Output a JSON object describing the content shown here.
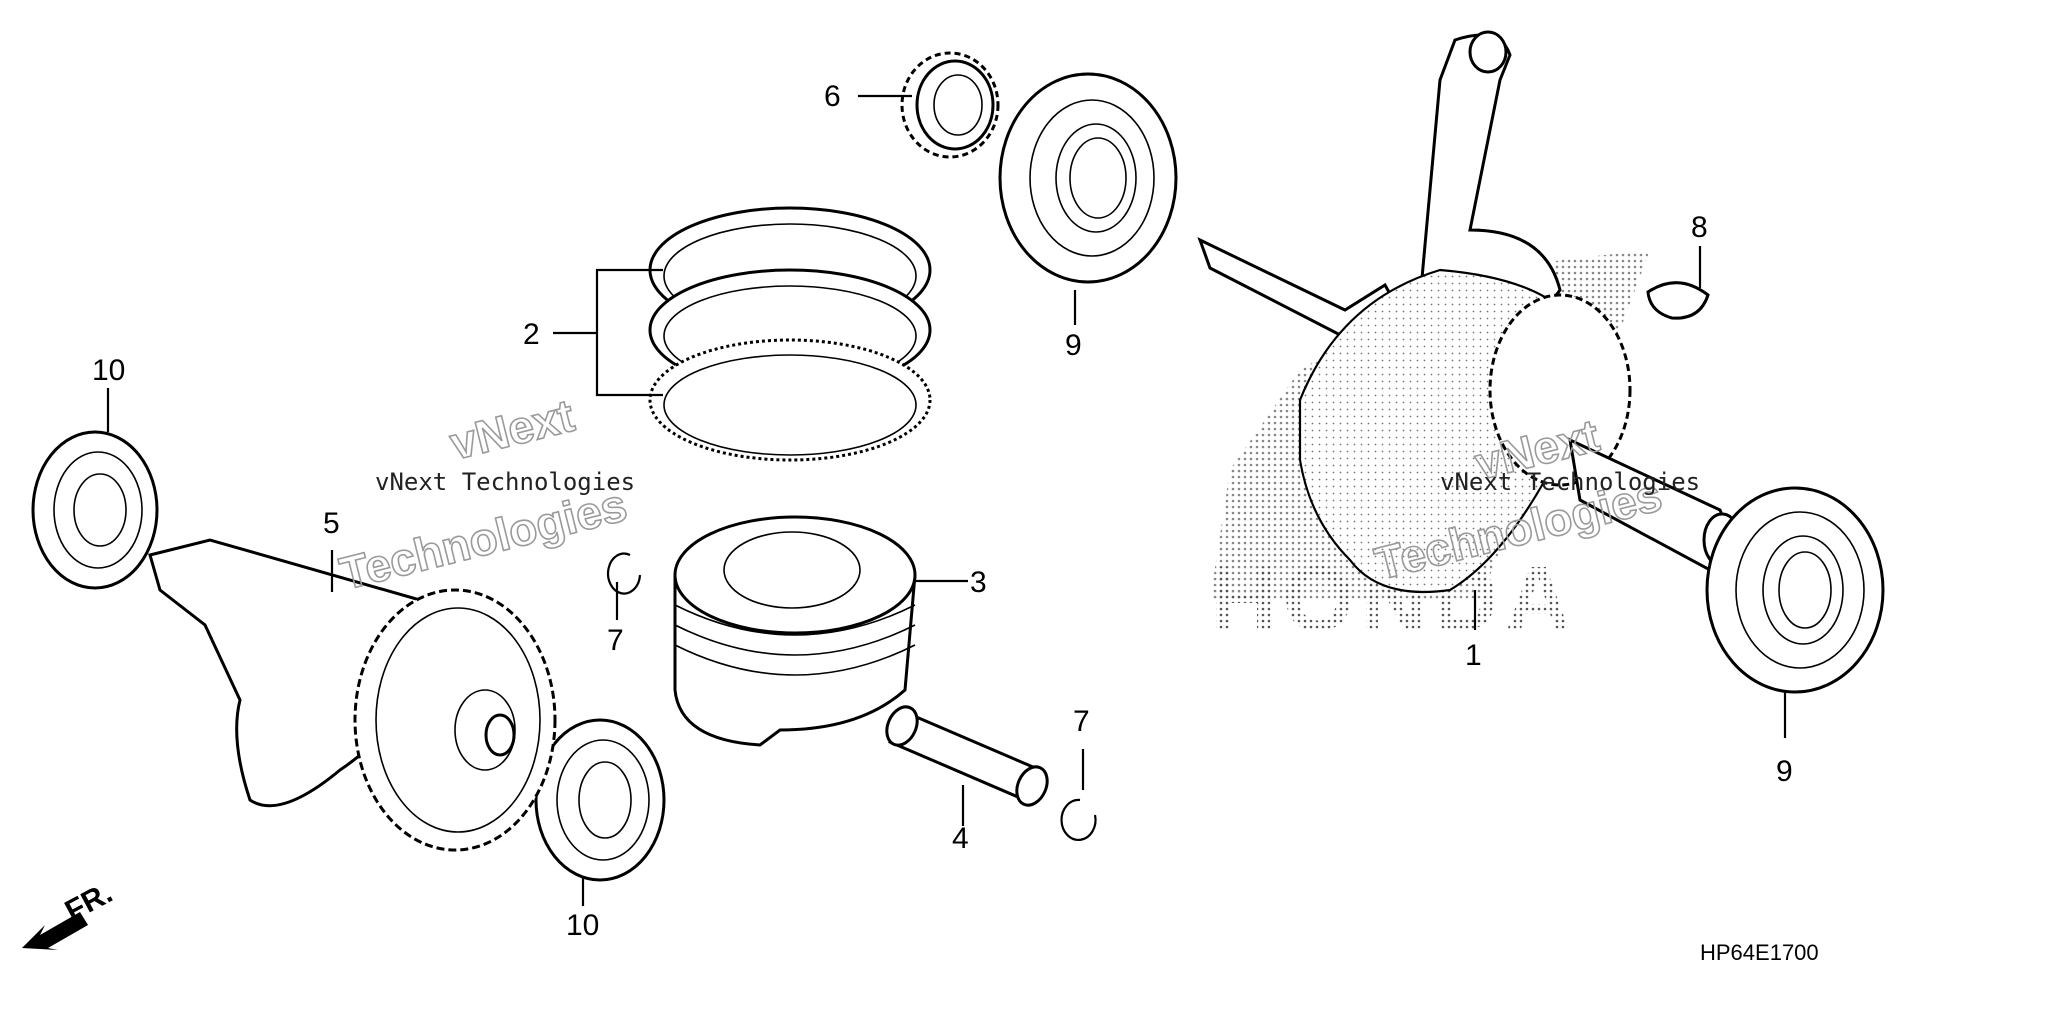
{
  "callouts": [
    {
      "id": "c1",
      "label": "1"
    },
    {
      "id": "c2",
      "label": "2"
    },
    {
      "id": "c3",
      "label": "3"
    },
    {
      "id": "c4",
      "label": "4"
    },
    {
      "id": "c5",
      "label": "5"
    },
    {
      "id": "c6",
      "label": "6"
    },
    {
      "id": "c7a",
      "label": "7"
    },
    {
      "id": "c7b",
      "label": "7"
    },
    {
      "id": "c8",
      "label": "8"
    },
    {
      "id": "c9a",
      "label": "9"
    },
    {
      "id": "c9b",
      "label": "9"
    },
    {
      "id": "c10a",
      "label": "10"
    },
    {
      "id": "c10b",
      "label": "10"
    }
  ],
  "diagram_code": "HP64E1700",
  "front_marker": "FR.",
  "watermarks": {
    "line1": "vNext",
    "line2": "Technologies",
    "mono": "vNext Technologies"
  },
  "brand_text": "HONDA",
  "colors": {
    "ink": "#000000",
    "paper": "#ffffff",
    "watermark": "#9a9a9a"
  }
}
